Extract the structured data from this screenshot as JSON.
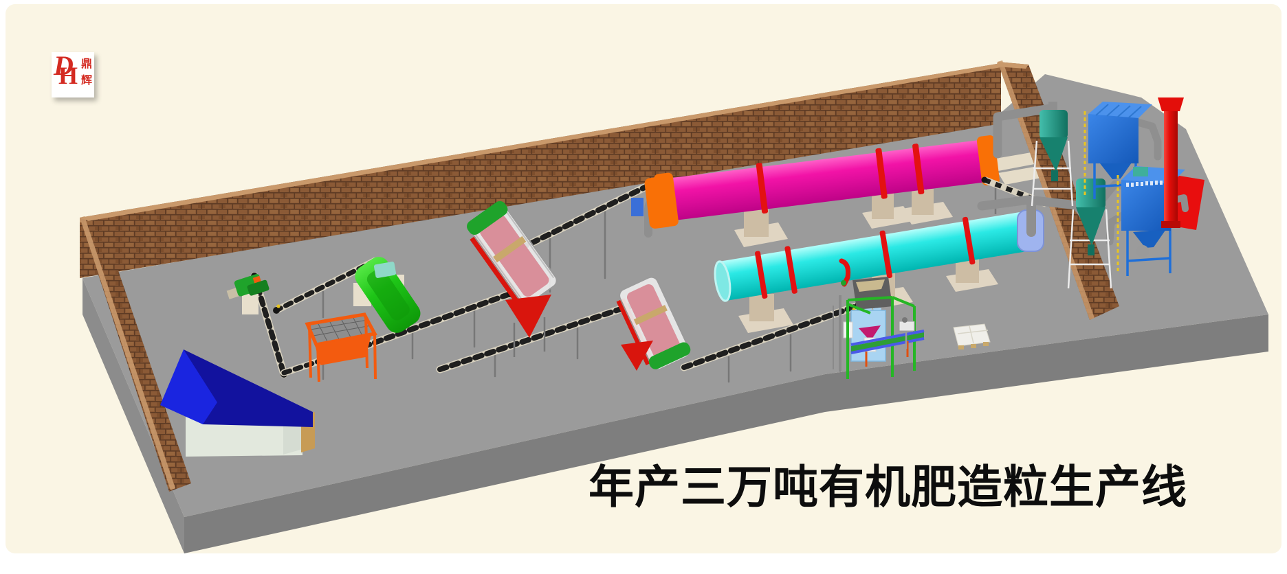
{
  "page": {
    "background": "#FFFFFF",
    "canvas_cream": "#FAF5E4"
  },
  "title": {
    "text": "年产三万吨有机肥造粒生产线",
    "color": "#0D0D0D"
  },
  "logo": {
    "monogram_d": "D",
    "monogram_h": "H",
    "company_top": "鼎",
    "company_bottom": "辉",
    "color": "#D42A21",
    "bg": "#FFFFFF"
  },
  "colors": {
    "floor_top": "#9B9B9B",
    "floor_front": "#7E7E7E",
    "floor_left": "#8C8C8C",
    "brick": "#8B5A36",
    "brick_light_edge": "#C9996B",
    "drum_dryer": "#F213A7",
    "drum_end_orange": "#F97006",
    "ring_red": "#E31111",
    "drum_cooler": "#2BE9E5",
    "cooler_hood": "#9FB4EF",
    "granulator_green": "#1FA32B",
    "granulator_body": "#D98F9A",
    "base_red": "#D9150D",
    "crusher_green": "#1EC517",
    "feeder_orange": "#F35B0F",
    "cyclone_teal": "#2AA38F",
    "collector_blue": "#1E6FD9",
    "collector_lid": "#4C92EC",
    "chimney_red": "#E30E0A",
    "pipe_gray": "#8F8F8F",
    "pier_tan": "#CDBDA4",
    "pier_pad": "#E0D5C2",
    "house_roof": "#1A25E0",
    "house_roof_dark": "#12129E",
    "house_wall": "#E2E8DD",
    "house_door": "#C79B55",
    "conveyor_frame": "#D9D2BF",
    "belt_dark": "#1F1F1F",
    "packer_frame": "#25B625",
    "packer_body": "#A9D4F2",
    "packer_funnel": "#C21A6E",
    "belt_rail_blue": "#4A5AE8",
    "belt_deck_green": "#2E9E35",
    "ladder_yellow": "#E8C520",
    "red_zone": "#E80E0E"
  },
  "equipment": {
    "list": [
      {
        "id": "rotary-dryer-drum",
        "color": "#F213A7"
      },
      {
        "id": "rotary-cooler-drum",
        "color": "#2BE9E5"
      },
      {
        "id": "drum-granulator-1",
        "color": "#D98F9A"
      },
      {
        "id": "drum-granulator-2",
        "color": "#D98F9A"
      },
      {
        "id": "chain-crusher",
        "color": "#1EC517"
      },
      {
        "id": "batching-feeder-hopper",
        "color": "#F35B0F"
      },
      {
        "id": "cyclone-separator-1",
        "color": "#2AA38F"
      },
      {
        "id": "cyclone-separator-2",
        "color": "#2AA38F"
      },
      {
        "id": "bag-filter-dust-collector-1",
        "color": "#1E6FD9"
      },
      {
        "id": "bag-filter-dust-collector-2",
        "color": "#1E6FD9"
      },
      {
        "id": "exhaust-chimney",
        "color": "#E30E0A"
      },
      {
        "id": "packing-machine",
        "color": "#A9D4F2"
      },
      {
        "id": "guard-house",
        "color": "#1A25E0"
      }
    ]
  }
}
